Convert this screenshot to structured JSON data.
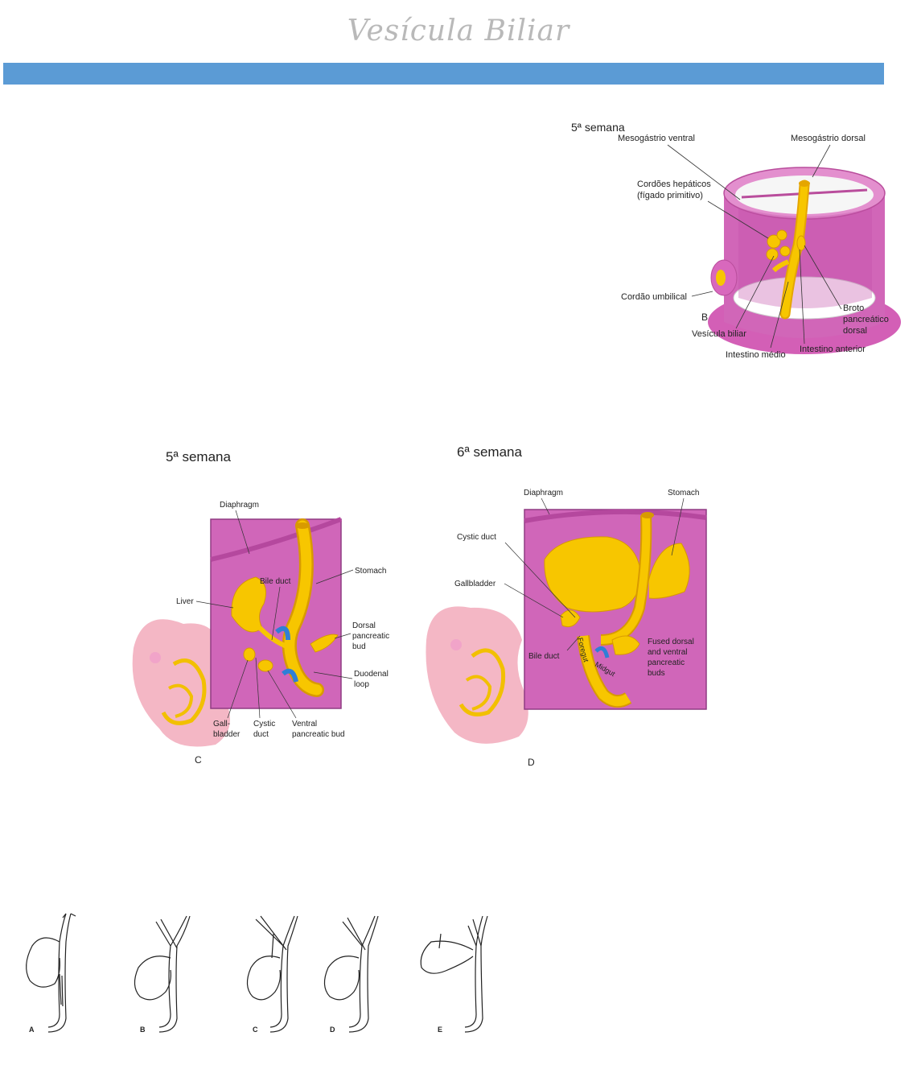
{
  "page": {
    "title": "Vesícula Biliar"
  },
  "figure_b": {
    "week": "5ª semana",
    "panel_letter": "B",
    "labels": {
      "mesogastrio_ventral": "Mesogástrio ventral",
      "mesogastrio_dorsal": "Mesogástrio dorsal",
      "cordoes_1": "Cordões hepáticos",
      "cordoes_2": "(fígado primitivo)",
      "cordao_umbilical": "Cordão umbilical",
      "vesicula_biliar": "Vesícula biliar",
      "broto_1": "Broto",
      "broto_2": "pancreático",
      "broto_3": "dorsal",
      "intestino_anterior": "Intestino anterior",
      "intestino_medio": "Intestino médio"
    }
  },
  "figure_c": {
    "week": "5ª semana",
    "panel_letter": "C",
    "labels": {
      "diaphragm": "Diaphragm",
      "stomach": "Stomach",
      "bile_duct": "Bile duct",
      "liver": "Liver",
      "dorsal_1": "Dorsal",
      "dorsal_2": "pancreatic",
      "dorsal_3": "bud",
      "duodenal_1": "Duodenal",
      "duodenal_2": "loop",
      "gall_1": "Gall-",
      "gall_2": "bladder",
      "cystic_1": "Cystic",
      "cystic_2": "duct",
      "ventral_1": "Ventral",
      "ventral_2": "pancreatic bud"
    }
  },
  "figure_d": {
    "week": "6ª semana",
    "panel_letter": "D",
    "labels": {
      "diaphragm": "Diaphragm",
      "stomach": "Stomach",
      "cystic_duct": "Cystic duct",
      "gallbladder": "Gallbladder",
      "bile_duct": "Bile duct",
      "foregut": "Foregut",
      "midgut": "Midgut",
      "fused_1": "Fused dorsal",
      "fused_2": "and ventral",
      "fused_3": "pancreatic",
      "fused_4": "buds"
    }
  },
  "variants": {
    "letters": [
      "A",
      "B",
      "C",
      "D",
      "E"
    ]
  },
  "colors": {
    "banner": "#5b9bd5",
    "tissue_pink": "#d06ab8",
    "embryo_pink": "#f2b8c6",
    "organ_yellow": "#f7c600",
    "vessel_blue": "#2f7fd6"
  }
}
